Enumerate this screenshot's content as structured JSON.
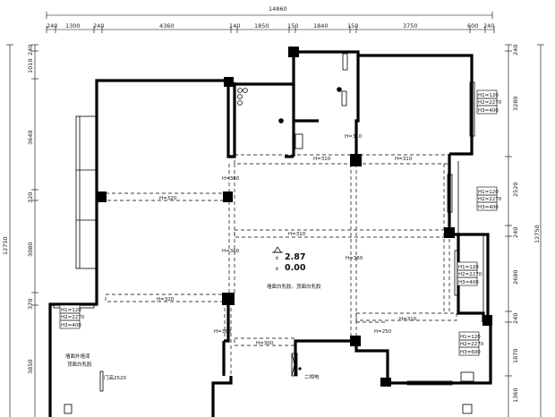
{
  "top_dimensions": {
    "total": "14860",
    "segments": [
      "240",
      "1300",
      "240",
      "4360",
      "140",
      "1850",
      "150",
      "1840",
      "150",
      "3750",
      "600",
      "240"
    ]
  },
  "left_dimensions": {
    "total": "12750",
    "segments": [
      "240",
      "1010",
      "3640",
      "320",
      "3080",
      "370",
      "3850"
    ]
  },
  "right_dimensions": {
    "total": "12750",
    "segments": [
      "240",
      "3280",
      "2520",
      "240",
      "2680",
      "240",
      "1870",
      "1360"
    ]
  },
  "beam_labels": {
    "b1": "H=310",
    "b2": "H=310",
    "b3": "H=310",
    "b4": "H=360",
    "b5": "H=320",
    "b6": "H=310",
    "b7": "H=360",
    "b8": "H=360",
    "b9": "H=320",
    "b10": "H=310",
    "b11": "H=360",
    "b12": "H=300",
    "b13": "H=250"
  },
  "window_tags": [
    {
      "a": "H1=120",
      "b": "H2=2270",
      "c": "H3=400"
    },
    {
      "a": "H1=120",
      "b": "H2=2270",
      "c": "H3=400"
    },
    {
      "a": "H1=120",
      "b": "H2=2270",
      "c": "H3=400"
    },
    {
      "a": "H1=120",
      "b": "H2=2270",
      "c": "H3=400"
    },
    {
      "a": "H1=120",
      "b": "H2=2270",
      "c": "H3=600"
    }
  ],
  "elevations": {
    "upper": "2.87",
    "lower": "0.00"
  },
  "notes": {
    "center": "墙面白乳胶，顶面白乳胶",
    "left_1": "墙面外墙漆",
    "left_2": "顶面白乳胶",
    "door": "门高2520",
    "power": "二相电"
  }
}
